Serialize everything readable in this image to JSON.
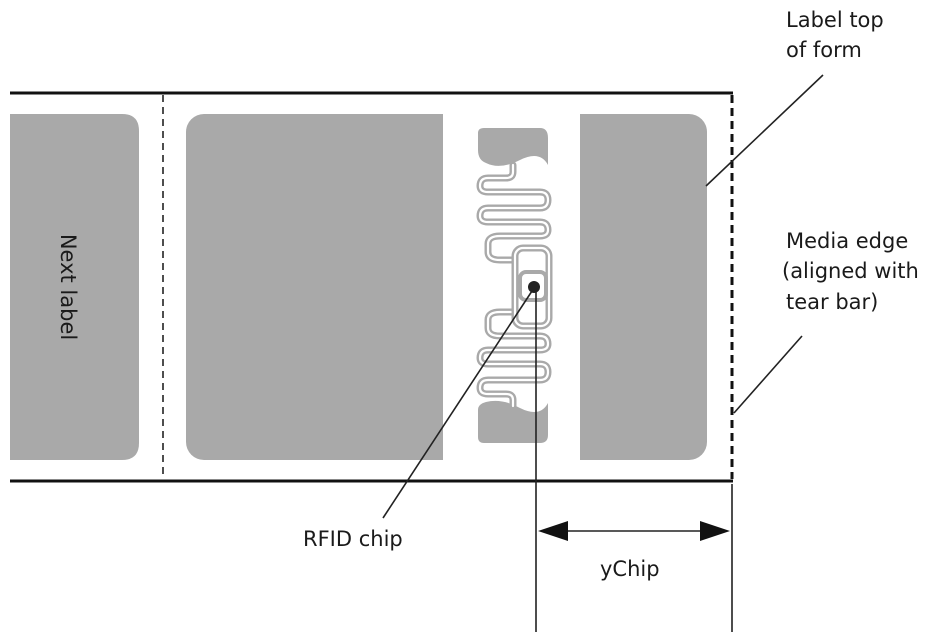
{
  "labels": {
    "label_top_of_form": [
      "Label top",
      "of form"
    ],
    "media_edge": [
      "Media edge",
      "(aligned with",
      "tear bar)"
    ],
    "rfid_chip": "RFID chip",
    "ychip": "yChip",
    "next_label": "Next label"
  },
  "colors": {
    "label_fill": "#a9a9a9",
    "line": "#111111",
    "background": "#ffffff"
  }
}
